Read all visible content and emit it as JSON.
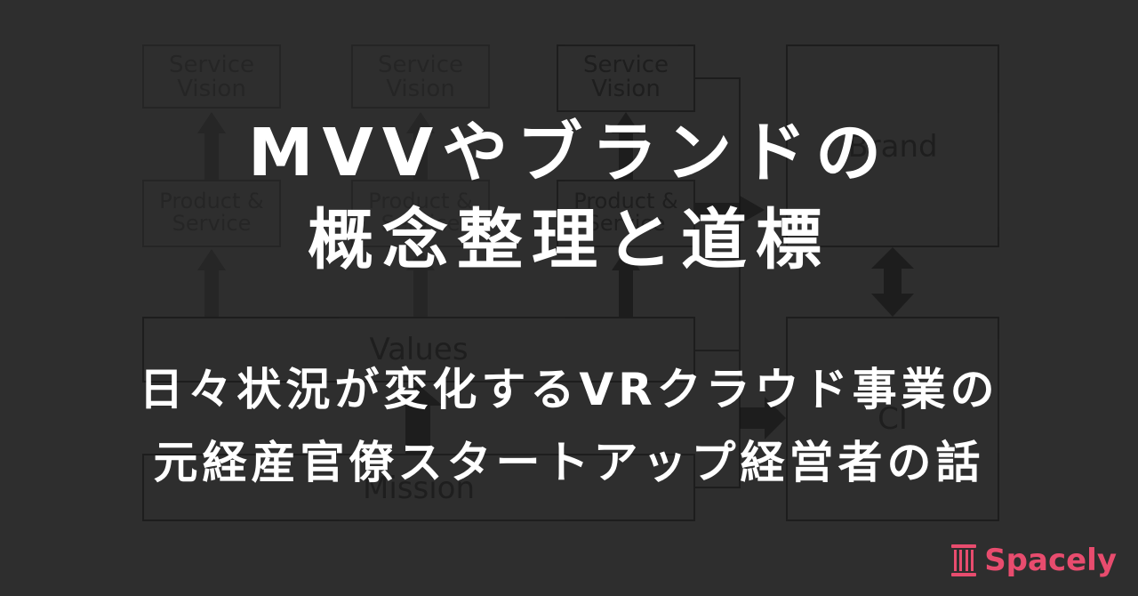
{
  "title": {
    "line1": "MVVやブランドの",
    "line2": "概念整理と道標"
  },
  "subtitle": {
    "line1": "日々状況が変化するVRクラウド事業の",
    "line2": "元経産官僚スタートアップ経営者の話"
  },
  "diagram": {
    "service_vision": "Service Vision",
    "product_service": "Product & Service",
    "values": "Values",
    "mission": "Mission",
    "brand": "Brand",
    "ci": "CI"
  },
  "logo": {
    "name": "Spacely",
    "icon": "pillar-icon",
    "color": "#e84c6e"
  },
  "colors": {
    "background": "#2e2e2e",
    "text": "#ffffff"
  }
}
